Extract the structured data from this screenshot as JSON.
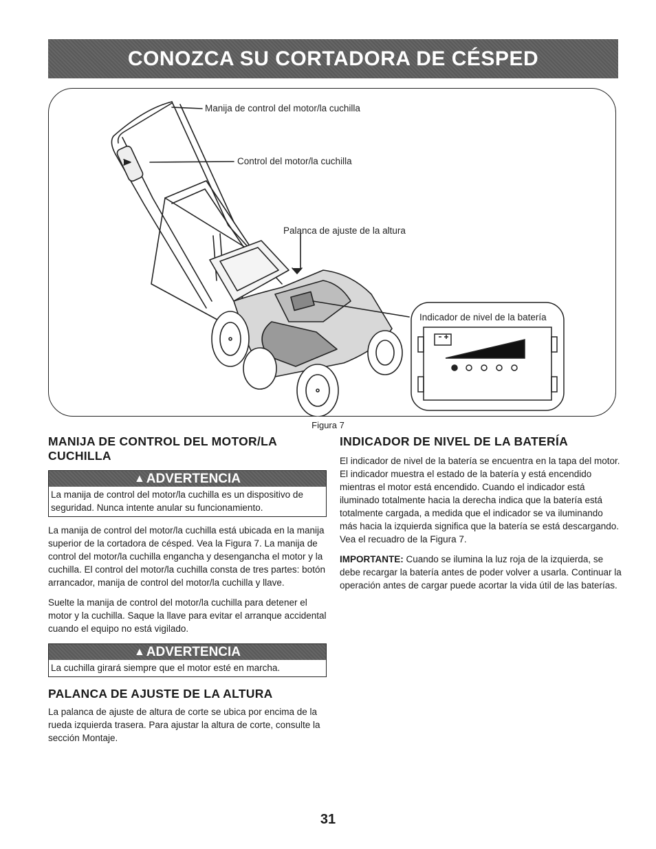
{
  "banner": {
    "title": "CONOZCA SU CORTADORA DE CÉSPED"
  },
  "figure": {
    "callouts": {
      "handle": "Manija de control del motor/la cuchilla",
      "control": "Control del motor/la cuchilla",
      "lever": "Palanca de ajuste de la altura",
      "indicator": "Indicador de nivel de la batería"
    },
    "caption": "Figura 7"
  },
  "left": {
    "heading1": "MANIJA DE CONTROL DEL MOTOR/LA CUCHILLA",
    "warning1": {
      "label": "ADVERTENCIA",
      "text": "La manija de control del motor/la cuchilla es un dispositivo de seguridad. Nunca intente anular su funcionamiento."
    },
    "para1": "La manija de control del motor/la cuchilla está ubicada en la manija superior de la cortadora de césped. Vea la Figura 7. La manija de control del motor/la cuchilla engancha y desengancha el motor y la cuchilla. El control del motor/la cuchilla consta de tres partes: botón arrancador, manija de control del motor/la cuchilla y llave.",
    "para2": "Suelte la manija de control del motor/la cuchilla para detener el motor y la cuchilla. Saque la llave para evitar el arranque accidental cuando el equipo no está vigilado.",
    "warning2": {
      "label": "ADVERTENCIA",
      "text": "La cuchilla girará siempre que el motor esté en marcha."
    },
    "heading2": "PALANCA DE AJUSTE DE LA ALTURA",
    "para3": "La palanca de ajuste de altura de corte se ubica por encima de la rueda izquierda trasera. Para ajustar la altura de corte, consulte la sección Montaje."
  },
  "right": {
    "heading": "INDICADOR DE NIVEL DE LA BATERÍA",
    "para1": "El indicador de nivel de la batería se encuentra en la tapa del motor. El indicador muestra el estado de la batería y está encendido mientras el motor está encendido. Cuando el indicador está iluminado totalmente hacia la derecha indica que la batería está totalmente cargada, a medida que el indicador se va iluminando más hacia la izquierda significa que la batería se está descargando. Vea el recuadro de la Figura 7.",
    "important_label": "IMPORTANTE:",
    "important_text": " Cuando se ilumina la luz roja de la izquierda, se debe recargar la batería antes de poder volver a usarla. Continuar la operación antes de cargar puede acortar la vida útil de las baterías."
  },
  "page_number": "31"
}
